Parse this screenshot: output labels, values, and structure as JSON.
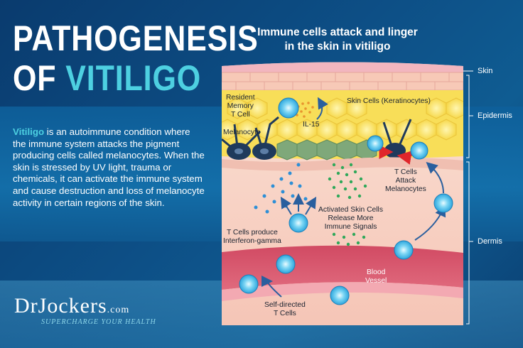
{
  "title": {
    "line1": "PATHOGENESIS",
    "line2_prefix": "OF ",
    "line2_accent": "VITILIGO"
  },
  "intro": {
    "highlight": "Vitiligo",
    "text": " is an autoimmune condition where the immune system attacks the pigment producing cells called melanocytes. When the skin is stressed by UV light, trauma or chemicals, it can activate the immune system and cause destruction and loss of melanocyte activity in certain regions of the skin."
  },
  "brand": {
    "name": "DrJockers",
    "suffix": ".com",
    "tagline": "SUPERCHARGE YOUR HEALTH"
  },
  "diagram": {
    "title_line1": "Immune cells attack and linger",
    "title_line2": "in the skin in vitiligo",
    "layers": {
      "skin": "Skin",
      "epidermis": "Epidermis",
      "dermis": "Dermis"
    },
    "labels": {
      "resident1": "Resident",
      "resident2": "Memory",
      "resident3": "T Cell",
      "keratinocytes": "Skin Cells (Keratinocytes)",
      "il15": "IL-15",
      "melanocyte": "Melanocyte",
      "tattack1": "T Cells",
      "tattack2": "Attack",
      "tattack3": "Melanocytes",
      "activated1": "Activated Skin Cells",
      "activated2": "Release More",
      "activated3": "Immune Signals",
      "interferon1": "T Cells produce",
      "interferon2": "Interferon-gamma",
      "blood1": "Blood",
      "blood2": "Vessel",
      "selfdirected1": "Self-directed",
      "selfdirected2": "T Cells"
    },
    "colors": {
      "tcell": "#38b6ea",
      "melanocyte": "#1f3a5c",
      "keratinocyte_active": "#7fa87a",
      "epidermis": "#f8df5a",
      "dermis": "#f7d3c7",
      "blood": "#d9546a",
      "signals": "#2fa85a",
      "interferon": "#2d8fd6",
      "arrow": "#2a5f9e",
      "attack_arrow": "#e0262b"
    }
  }
}
